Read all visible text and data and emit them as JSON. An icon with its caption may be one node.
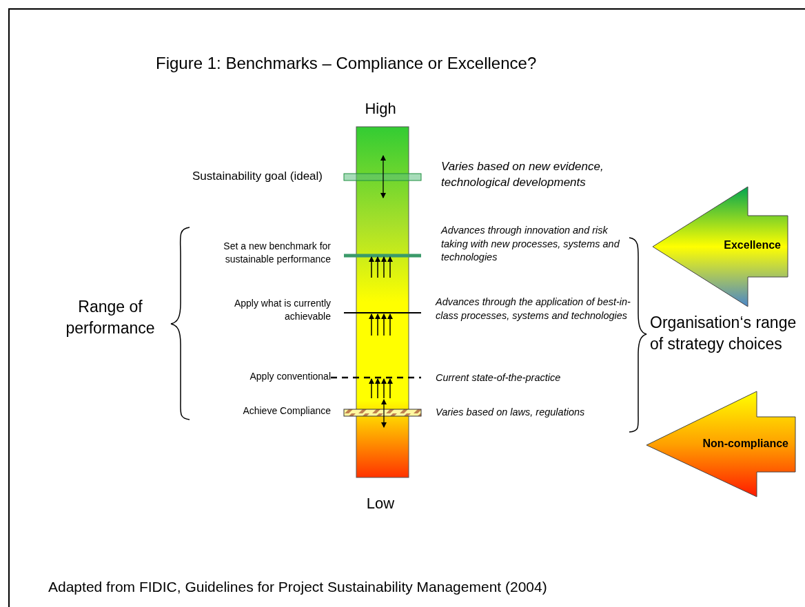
{
  "diagram": {
    "title": "Figure 1: Benchmarks – Compliance or Excellence?",
    "caption": "Adapted from FIDIC, Guidelines for Project Sustainability Management (2004)",
    "nodes": [
      {
        "text": [
          "Excellence"
        ]
      },
      {
        "text": [
          "Non-compliance"
        ]
      }
    ],
    "edges": [],
    "labels": [
      "High",
      "Sustainability goal (ideal)",
      "Varies based on new evidence, technological developments",
      "Set a new benchmark for sustainable performance",
      "Advances through innovation and risk taking with new processes, systems and technologies",
      "Range of performance",
      "Apply what is currently achievable",
      "Advances through the application of best-in-class processes, systems and technologies",
      "Organisation‘s range of strategy choices",
      "Apply conventional",
      "Current state-of-the-practice",
      "Achieve Compliance",
      "Varies based on laws, regulations",
      "Low"
    ]
  }
}
